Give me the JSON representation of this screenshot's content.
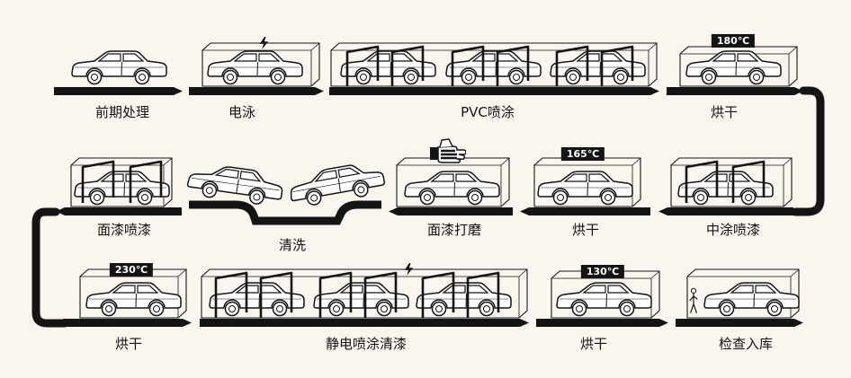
{
  "steps": [
    {
      "id": "pretreatment",
      "label": "前期处理"
    },
    {
      "id": "electrocoat",
      "label": "电泳"
    },
    {
      "id": "pvc-spray",
      "label": "PVC喷涂"
    },
    {
      "id": "bake-1",
      "label": "烘干",
      "temperature": "180℃"
    },
    {
      "id": "mid-coat-spray",
      "label": "中涂喷漆"
    },
    {
      "id": "bake-2",
      "label": "烘干",
      "temperature": "165℃"
    },
    {
      "id": "topcoat-sanding",
      "label": "面漆打磨"
    },
    {
      "id": "washing",
      "label": "清洗"
    },
    {
      "id": "topcoat-spray",
      "label": "面漆喷漆"
    },
    {
      "id": "bake-3",
      "label": "烘干",
      "temperature": "230℃"
    },
    {
      "id": "electrostatic-clearcoat",
      "label": "静电喷涂清漆"
    },
    {
      "id": "bake-4",
      "label": "烘干",
      "temperature": "130℃"
    },
    {
      "id": "inspection-storage",
      "label": "检查入库"
    }
  ],
  "icons": {
    "electrocoat": "lightning-bolt-icon",
    "electrostatic": "lightning-bolt-icon",
    "sanding": "glove-hand-icon",
    "inspection": "inspector-person-icon",
    "flow_direction": "arrow-head-icon"
  },
  "colors": {
    "background": "#fbf5ef",
    "ink": "#141414",
    "car_fill": "#ffffff"
  }
}
